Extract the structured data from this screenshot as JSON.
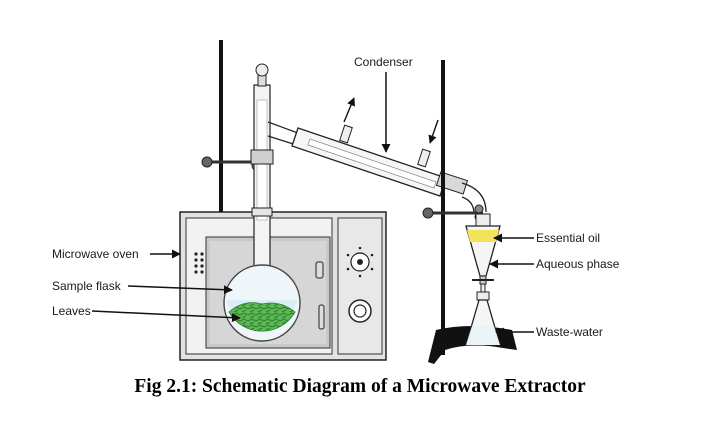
{
  "figure": {
    "caption": "Fig 2.1: Schematic Diagram of a Microwave Extractor",
    "labels": {
      "condenser": "Condenser",
      "microwave_oven": "Microwave oven",
      "sample_flask": "Sample flask",
      "leaves": "Leaves",
      "essential_oil": "Essential oil",
      "aqueous_phase": "Aqueous phase",
      "waste_water": "Waste-water"
    }
  },
  "colors": {
    "essential_oil": "#f3e35a",
    "leaves": "#4fae4a",
    "flask_water": "#d9eef5",
    "oven_body": "#e2e2e2",
    "oven_cavity": "#c9c9c9",
    "stand": "#111111"
  }
}
